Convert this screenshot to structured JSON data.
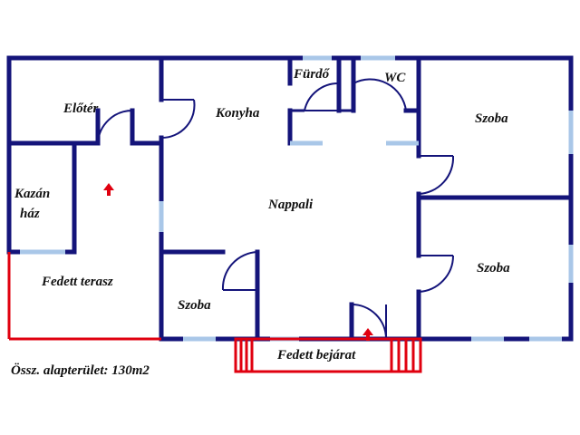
{
  "rooms": {
    "eloter": "Előtér",
    "konyha": "Konyha",
    "furdo": "Fürdő",
    "wc": "WC",
    "szoba_top_right": "Szoba",
    "kazan_line1": "Kazán",
    "kazan_line2": "ház",
    "nappali": "Nappali",
    "szoba_bottom_right": "Szoba",
    "fedett_terasz": "Fedett terasz",
    "szoba_bottom_left": "Szoba",
    "fedett_bejarat": "Fedett bejárat"
  },
  "footer": {
    "total_area": "Össz. alapterület: 130m2"
  },
  "colors": {
    "wall": "#14147a",
    "window": "#a9c7e8",
    "terrace": "#e0000f"
  }
}
